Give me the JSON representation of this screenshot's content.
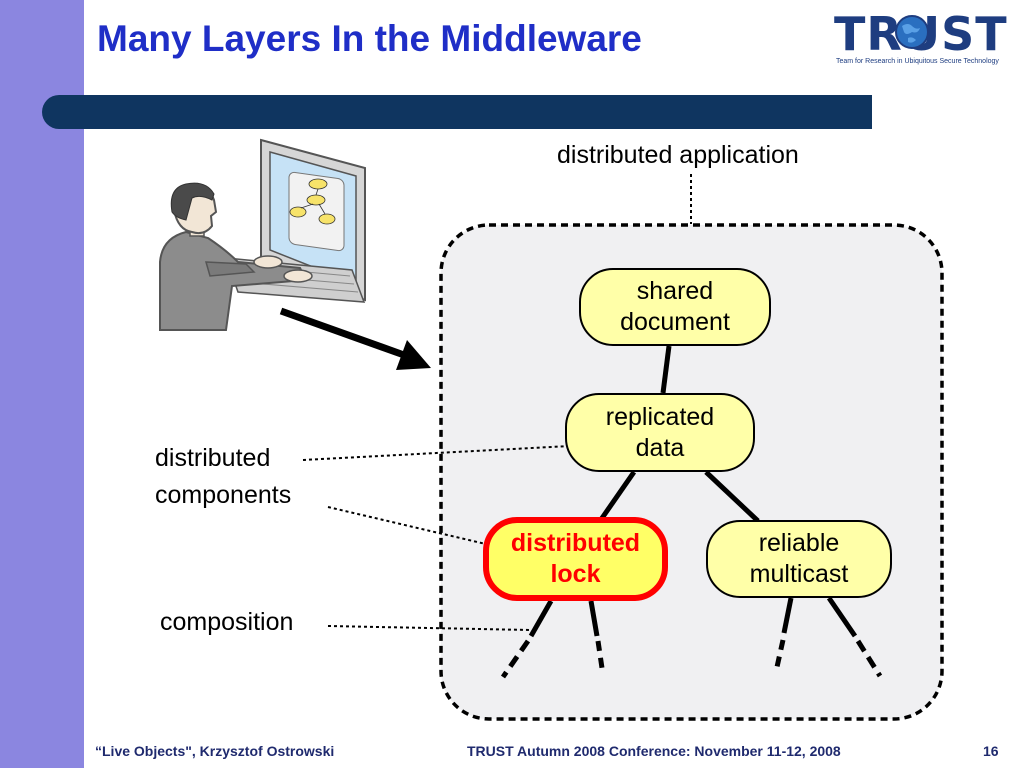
{
  "slide": {
    "title": "Many Layers In the Middleware",
    "logo": {
      "wordmark": "TRUST",
      "tagline": "Team for Research in Ubiquitous Secure Technology",
      "icon": "globe-icon"
    }
  },
  "diagram": {
    "labels": {
      "distributed_application": "distributed application",
      "distributed_components_line1": "distributed",
      "distributed_components_line2": "components",
      "composition": "composition"
    },
    "nodes": {
      "shared_document": [
        "shared",
        "document"
      ],
      "replicated_data": [
        "replicated",
        "data"
      ],
      "distributed_lock": [
        "distributed",
        "lock"
      ],
      "reliable_multicast": [
        "reliable",
        "multicast"
      ]
    },
    "highlight_color": "#ff0000",
    "node_fill": "#ffffa8",
    "illustration": "person-at-computer-icon"
  },
  "footer": {
    "left": "“Live Objects\", Krzysztof Ostrowski",
    "center": "TRUST Autumn 2008 Conference: November 11-12, 2008",
    "page": "16"
  },
  "colors": {
    "sidebar": "#8b86e0",
    "title": "#1f2ec7",
    "title_bar": "#0f3560",
    "footer_text": "#1f2a6e"
  }
}
